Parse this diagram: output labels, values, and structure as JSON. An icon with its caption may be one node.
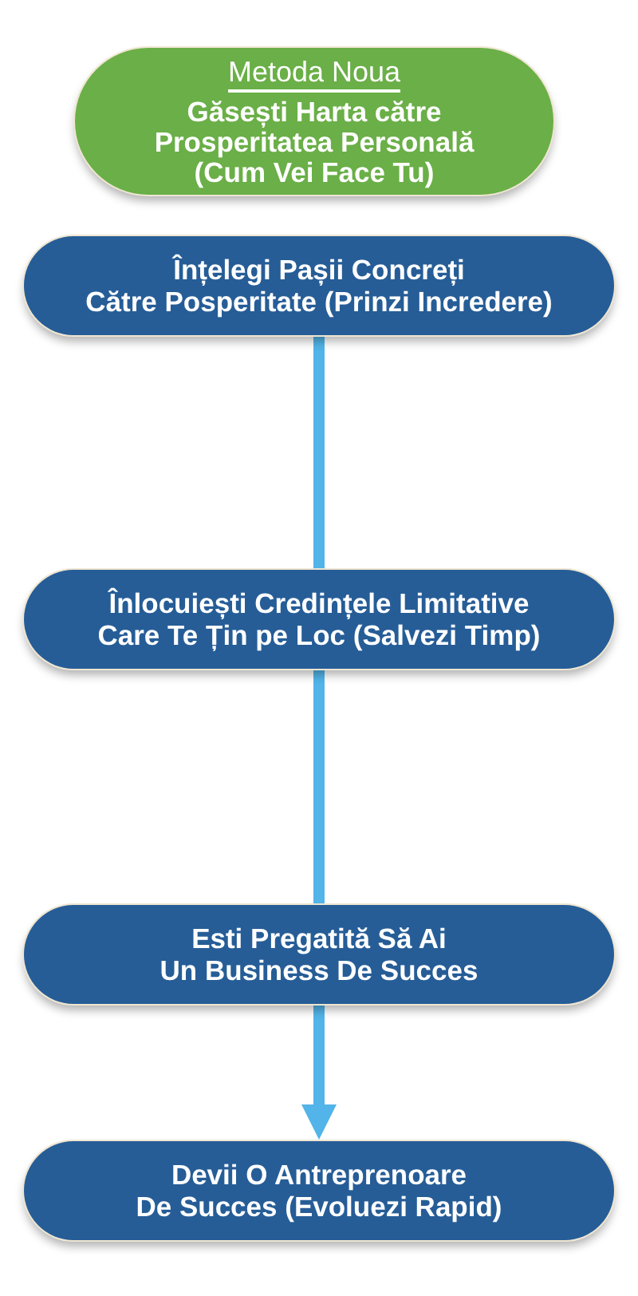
{
  "diagram": {
    "nodes": [
      {
        "text": [
          "Metoda Noua",
          "Găsești Harta către Prosperitatea Personală (Cum Vei Face Tu)"
        ]
      },
      {
        "text": [
          "Înțelegi Pașii Concreți Către Posperitate (Prinzi Incredere)"
        ]
      },
      {
        "text": [
          "Înlocuiești Credințele Limitative Care Te Țin pe Loc (Salvezi Timp)"
        ]
      },
      {
        "text": [
          "Esti Pregatită Să Ai Un Business De Succes"
        ]
      },
      {
        "text": [
          "Devii O Antreprenoare De Succes (Evoluezi Rapid)"
        ]
      }
    ],
    "edges": [
      {
        "from": 1,
        "to": 2,
        "arrow": "none"
      },
      {
        "from": 2,
        "to": 3,
        "arrow": "none"
      },
      {
        "from": 3,
        "to": 4,
        "arrow": "to"
      }
    ]
  }
}
